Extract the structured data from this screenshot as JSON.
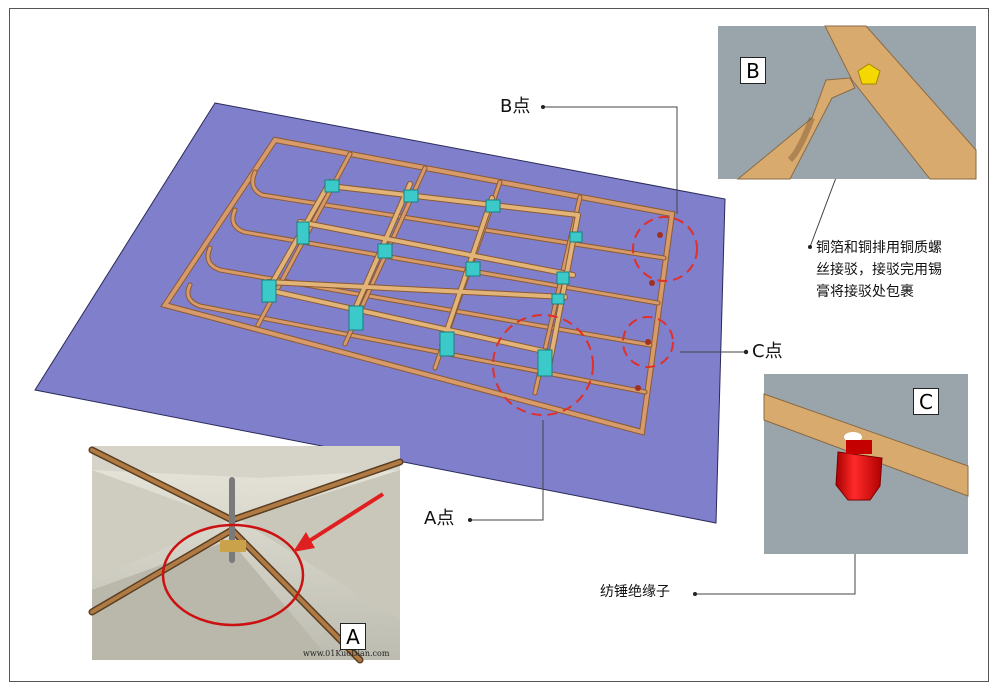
{
  "labels": {
    "point_a": "A点",
    "point_b": "B点",
    "point_c": "C点",
    "insulator": "纺锤绝缘子",
    "note_lines": [
      "铜箔和铜排用铜质螺",
      "丝接驳，接驳完用锡",
      "膏将接驳处包裹"
    ]
  },
  "insets": {
    "a": {
      "tag": "A",
      "watermark": "www.01KuoDian.com"
    },
    "b": {
      "tag": "B"
    },
    "c": {
      "tag": "C"
    }
  },
  "colors": {
    "floor": "#7f7fcc",
    "copper_strip": "#d79a6a",
    "copper_bar": "#d9aa6e",
    "pedestal": "#3cc9c9",
    "highlight_circle": "#e0302a",
    "inset_background": "#9aa5ab",
    "insulator": "#e21717",
    "connection_point": "#f5d800"
  }
}
